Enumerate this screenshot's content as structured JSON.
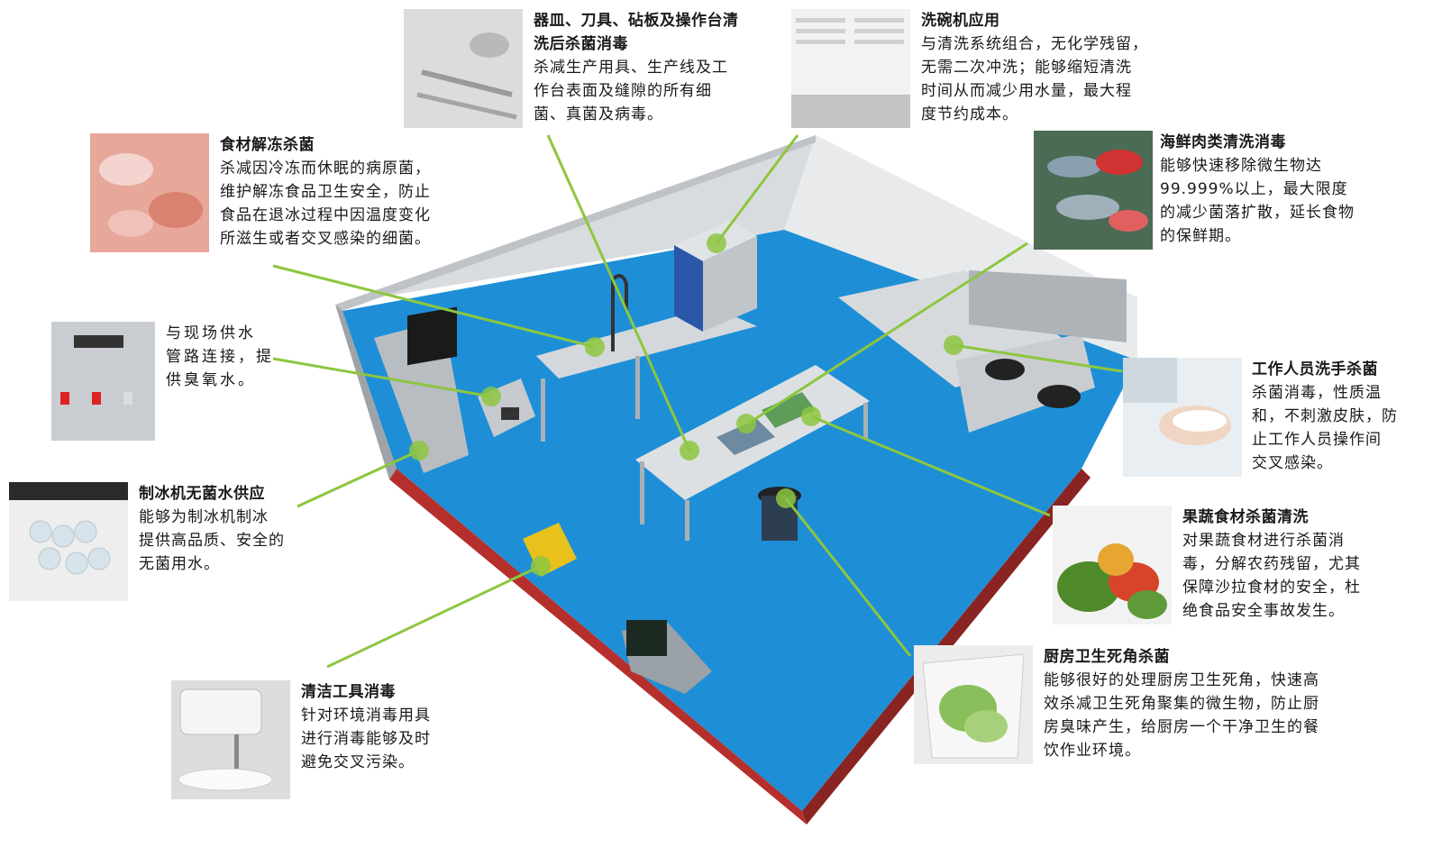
{
  "callouts": {
    "utensils": {
      "title": "器皿、刀具、砧板及操作台清\n洗后杀菌消毒",
      "body": "杀减生产用具、生产线及工\n作台表面及缝隙的所有细\n菌、真菌及病毒。",
      "icon": "cutlery-photo"
    },
    "dishwasher": {
      "title": "洗碗机应用",
      "body": "与清洗系统组合，无化学残留，\n无需二次冲洗；能够缩短清洗\n时间从而减少用水量，最大程\n度节约成本。",
      "icon": "dish-rack-photo"
    },
    "thaw": {
      "title": "食材解冻杀菌",
      "body": "杀减因冷冻而休眠的病原菌，\n维护解冻食品卫生安全，防止\n食品在退冰过程中因温度变化\n所滋生或者交叉感染的细菌。",
      "icon": "frozen-meat-photo"
    },
    "seafood": {
      "title": "海鲜肉类清洗消毒",
      "body": "能够快速移除微生物达\n99.999%以上，最大限度\n的减少菌落扩散，延长食物\n的保鲜期。",
      "icon": "seafood-photo"
    },
    "water_supply": {
      "body": "与现场供水\n管路连接，提\n供臭氧水。",
      "icon": "ozone-water-machine-photo"
    },
    "handwash": {
      "title": "工作人员洗手杀菌",
      "body": "杀菌消毒，性质温\n和，不刺激皮肤，防\n止工作人员操作间\n交叉感染。",
      "icon": "handwash-photo"
    },
    "ice": {
      "title": "制冰机无菌水供应",
      "body": "能够为制冰机制冰\n提供高品质、安全的\n无菌用水。",
      "icon": "ice-maker-photo"
    },
    "produce": {
      "title": "果蔬食材杀菌清洗",
      "body": "对果蔬食材进行杀菌消\n毒，分解农药残留，尤其\n保障沙拉食材的安全，杜\n绝食品安全事故发生。",
      "icon": "vegetables-photo"
    },
    "corner": {
      "title": "厨房卫生死角杀菌",
      "body": "能够很好的处理厨房卫生死角，快速高\n效杀减卫生死角聚集的微生物，防止厨\n房臭味产生，给厨房一个干净卫生的餐\n饮作业环境。",
      "icon": "waste-bin-photo"
    },
    "cleaning_tools": {
      "title": "清洁工具消毒",
      "body": "针对环境消毒用具\n进行消毒能够及时\n避免交叉污染。",
      "icon": "mop-bucket-photo"
    }
  },
  "colors": {
    "accent_green": "#8dc63f",
    "floor_blue": "#1e8fd6",
    "floor_edge": "#b5302c",
    "steel": "#c9cdd1"
  },
  "center_illustration": {
    "icon": "kitchen-isometric-illustration"
  }
}
